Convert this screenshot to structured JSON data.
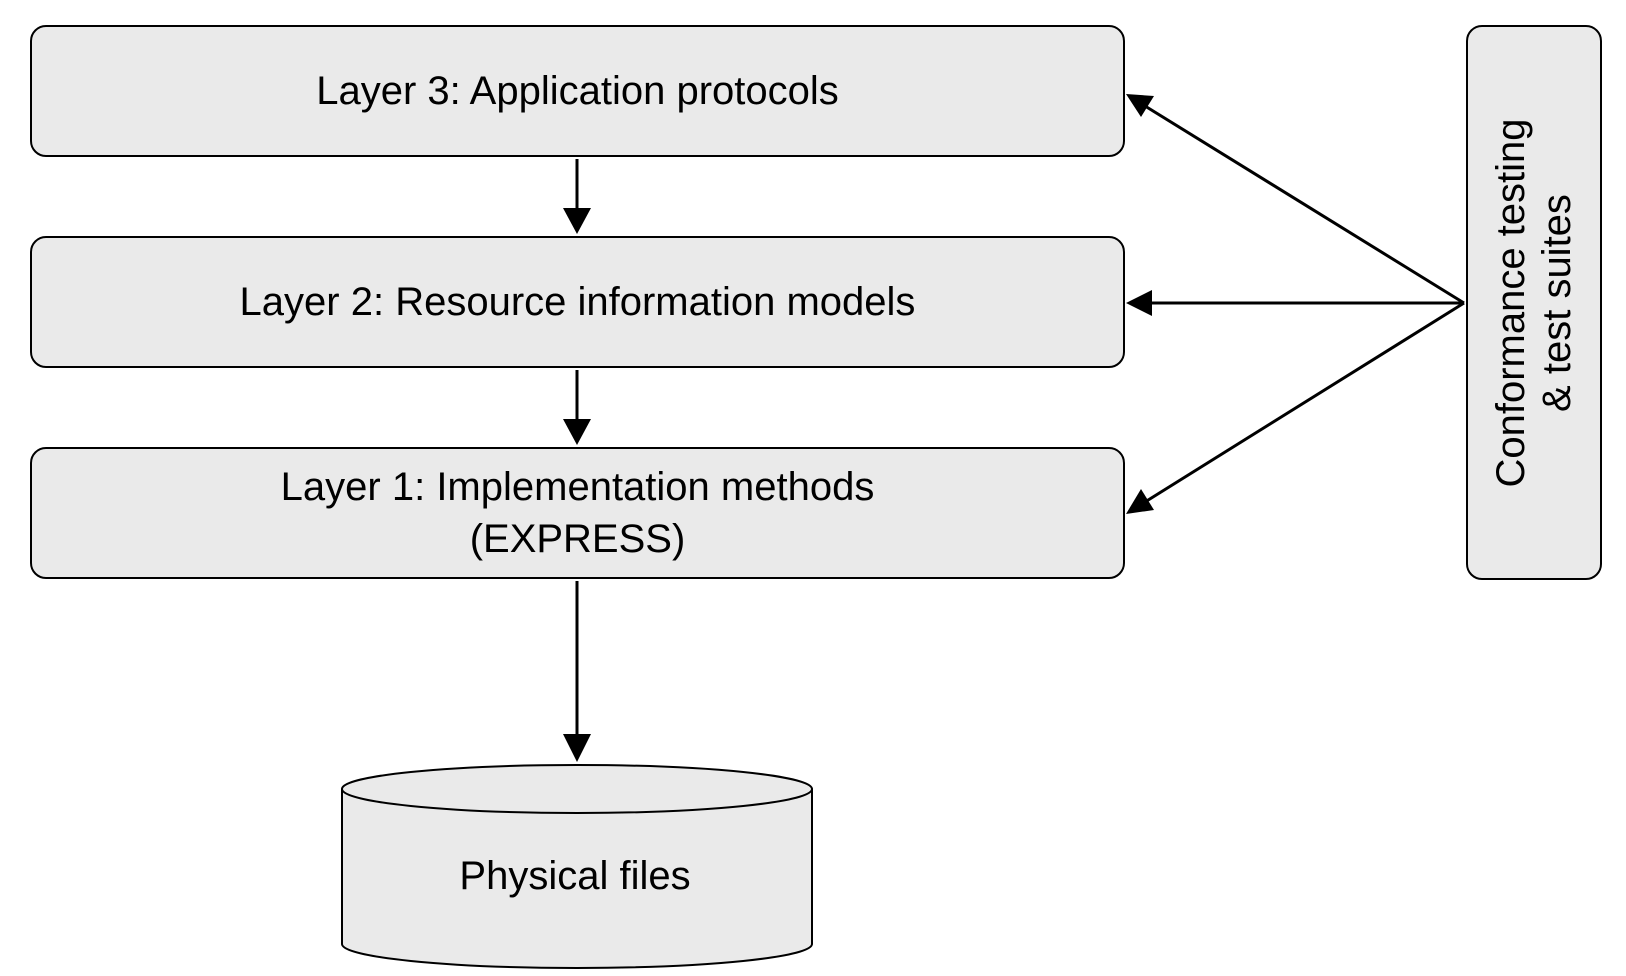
{
  "layers": {
    "layer3": {
      "label": "Layer 3: Application protocols"
    },
    "layer2": {
      "label": "Layer 2: Resource information models"
    },
    "layer1": {
      "line1": "Layer 1: Implementation methods",
      "line2": "(EXPRESS)"
    }
  },
  "side_box": {
    "line1": "Conformance testing",
    "line2": "& test suites"
  },
  "storage": {
    "label": "Physical files"
  },
  "colors": {
    "box_fill": "#eaeaea",
    "stroke": "#000000"
  }
}
